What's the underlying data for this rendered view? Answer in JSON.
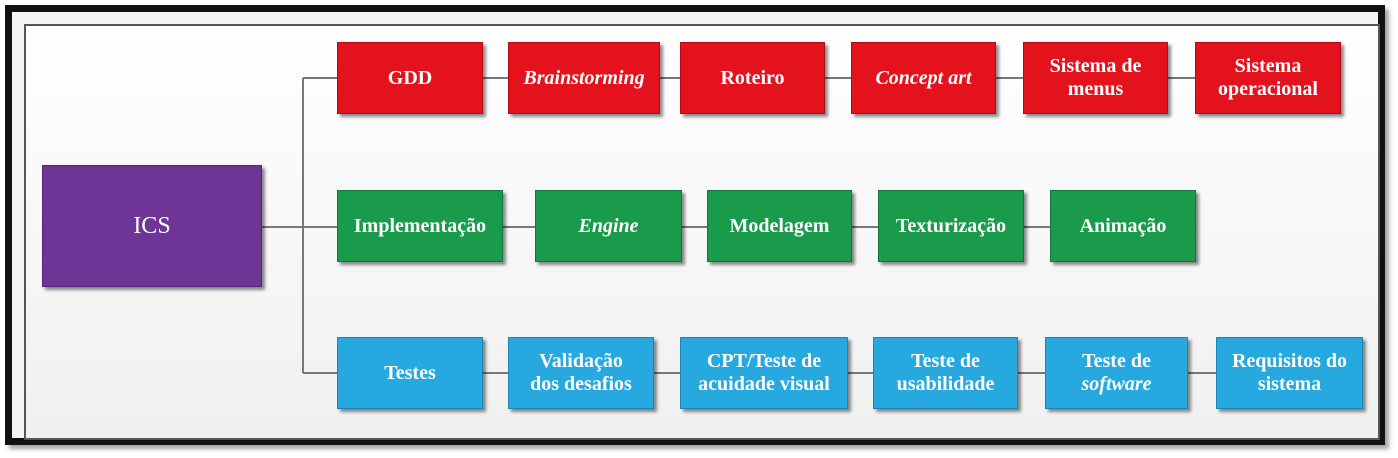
{
  "root": {
    "label": "ICS"
  },
  "rows": [
    {
      "name": "design",
      "nodes": [
        {
          "parts": [
            {
              "text": "GDD",
              "italic": false
            }
          ]
        },
        {
          "parts": [
            {
              "text": "Brainstorming",
              "italic": true
            }
          ]
        },
        {
          "parts": [
            {
              "text": "Roteiro",
              "italic": false
            }
          ]
        },
        {
          "parts": [
            {
              "text": "Concept art",
              "italic": true
            }
          ]
        },
        {
          "parts": [
            {
              "text": "Sistema de\nmenus",
              "italic": false
            }
          ]
        },
        {
          "parts": [
            {
              "text": "Sistema\noperacional",
              "italic": false
            }
          ]
        }
      ]
    },
    {
      "name": "implementation",
      "nodes": [
        {
          "parts": [
            {
              "text": "Implementação",
              "italic": false
            }
          ]
        },
        {
          "parts": [
            {
              "text": "Engine",
              "italic": true
            }
          ]
        },
        {
          "parts": [
            {
              "text": "Modelagem",
              "italic": false
            }
          ]
        },
        {
          "parts": [
            {
              "text": "Texturização",
              "italic": false
            }
          ]
        },
        {
          "parts": [
            {
              "text": "Animação",
              "italic": false
            }
          ]
        }
      ]
    },
    {
      "name": "tests",
      "nodes": [
        {
          "parts": [
            {
              "text": "Testes",
              "italic": false
            }
          ]
        },
        {
          "parts": [
            {
              "text": "Validação\ndos desafios",
              "italic": false
            }
          ]
        },
        {
          "parts": [
            {
              "text": "CPT/Teste de\nacuidade visual",
              "italic": false
            }
          ]
        },
        {
          "parts": [
            {
              "text": "Teste de\nusabilidade",
              "italic": false
            }
          ]
        },
        {
          "parts": [
            {
              "text": "Teste de\n",
              "italic": false
            },
            {
              "text": "software",
              "italic": true
            }
          ]
        },
        {
          "parts": [
            {
              "text": "Requisitos do\nsistema",
              "italic": false
            }
          ]
        }
      ]
    }
  ],
  "colors": {
    "design": "#e3121c",
    "implementation": "#1a9a4b",
    "tests": "#27a8df",
    "root": "#6e3496"
  }
}
